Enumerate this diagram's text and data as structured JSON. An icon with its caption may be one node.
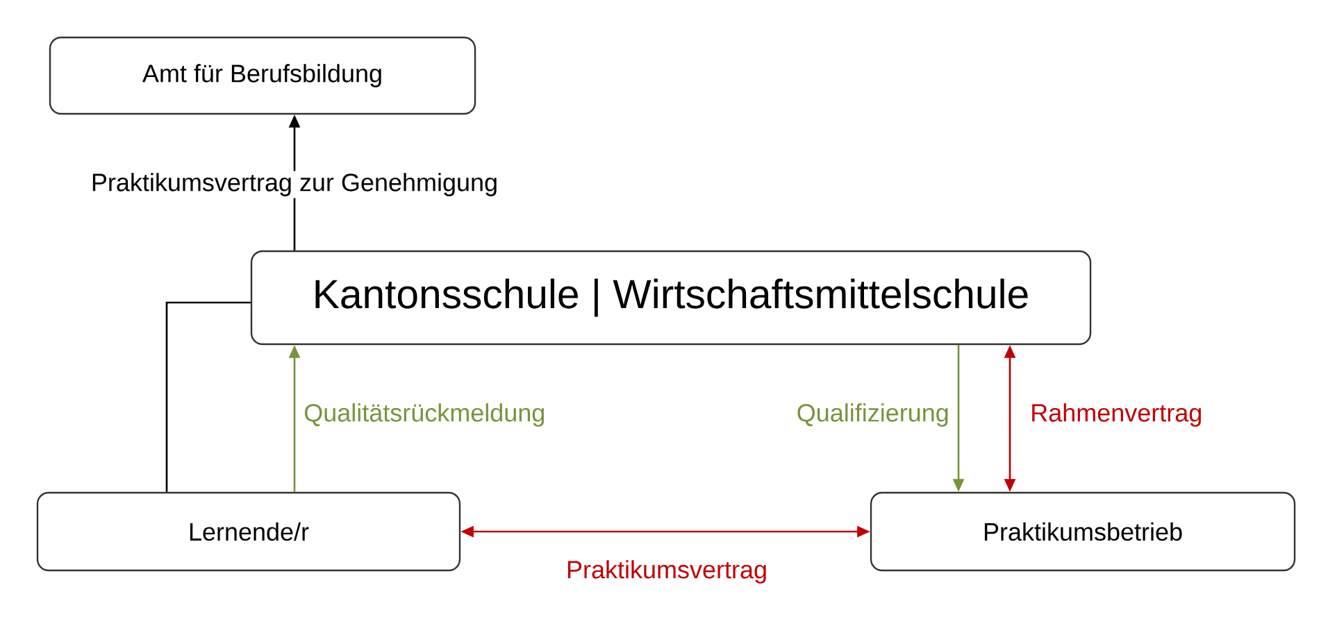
{
  "diagram": {
    "nodes": [
      {
        "text": [
          "Amt für Berufsbildung"
        ]
      },
      {
        "text": [
          "Kantonsschule | Wirtschaftsmittelschule"
        ]
      },
      {
        "text": [
          "Lernende/r"
        ]
      },
      {
        "text": [
          "Praktikumsbetrieb"
        ]
      }
    ],
    "edges": [
      {
        "from": 1,
        "to": 0,
        "arrow": "to",
        "label": "Praktikumsvertrag zur Genehmigung",
        "color": "#000000"
      },
      {
        "from": 2,
        "to": 1,
        "arrow": "none",
        "color": "#000000"
      },
      {
        "from": 2,
        "to": 1,
        "arrow": "to",
        "label": "Qualitätsrückmeldung",
        "color": "#77933c"
      },
      {
        "from": 1,
        "to": 3,
        "arrow": "to",
        "label": "Qualifizierung",
        "color": "#77933c"
      },
      {
        "from": 1,
        "to": 3,
        "arrow": "both",
        "label": "Rahmenvertrag",
        "color": "#c00000"
      },
      {
        "from": 2,
        "to": 3,
        "arrow": "both",
        "label": "Praktikumsvertrag",
        "color": "#c00000"
      }
    ]
  }
}
